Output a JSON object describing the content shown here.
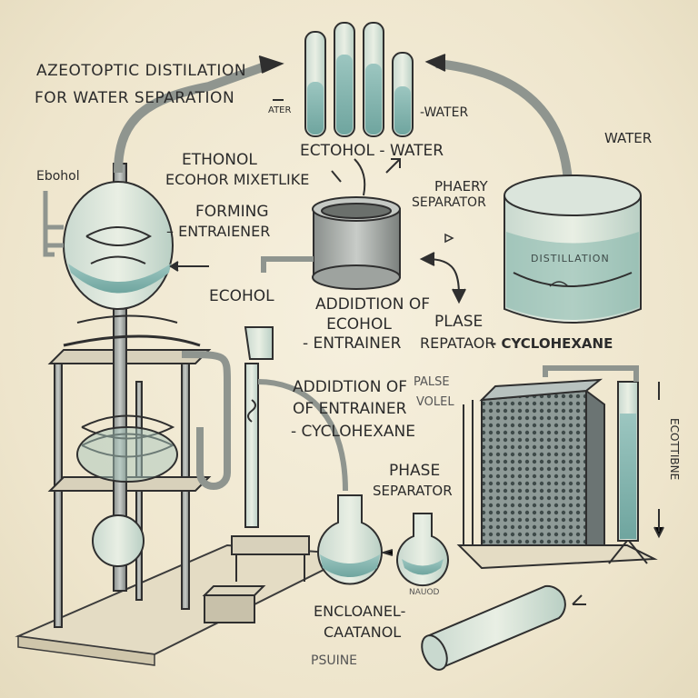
{
  "diagram": {
    "title_line1": "AZEOTOPTIC DISTILATION",
    "title_line2": "FOR WATER SEPARATION",
    "labels": {
      "ebohol": "Ebohol",
      "ethonol_1": "ETHONOL",
      "ethonol_2": "ECOHOR MIXETLIKE",
      "forming_1": "FORMING",
      "forming_2": "– ENTRAIENER",
      "ecohol_left": "ECOHOL",
      "addition1_1": "ADDIDTION OF",
      "addition1_2": "ECOHOL",
      "addition1_3": "- ENTRAINER",
      "plase_1": "PLASE",
      "plase_2": "REPATAOR",
      "cyclohexane_right": "- CYCLOHEXANE",
      "ecohol_water": "ECTOHOL - WATER",
      "water_small": "-WATER",
      "ater_left": "ATER",
      "water_right": "WATER",
      "phaery_1": "PHAERY",
      "phaery_2": "SEPARATOR",
      "distillation_tank": "DISTILLATION",
      "addition2_1": "ADDIDTION OF",
      "addition2_2": "OF ENTRAINER",
      "addition2_3": "- CYCLOHEXANE",
      "palse_1": "PALSE",
      "palse_2": "VOLEL",
      "phase_1": "PHASE",
      "phase_2": "SEPARATOR",
      "encloanel_1": "ENCLOANEL-",
      "encloanel_2": "CAATANOL",
      "psuine": "PSUINE",
      "nauod": "NAUOD",
      "ecotbine": "ECOTTIBNE"
    }
  }
}
